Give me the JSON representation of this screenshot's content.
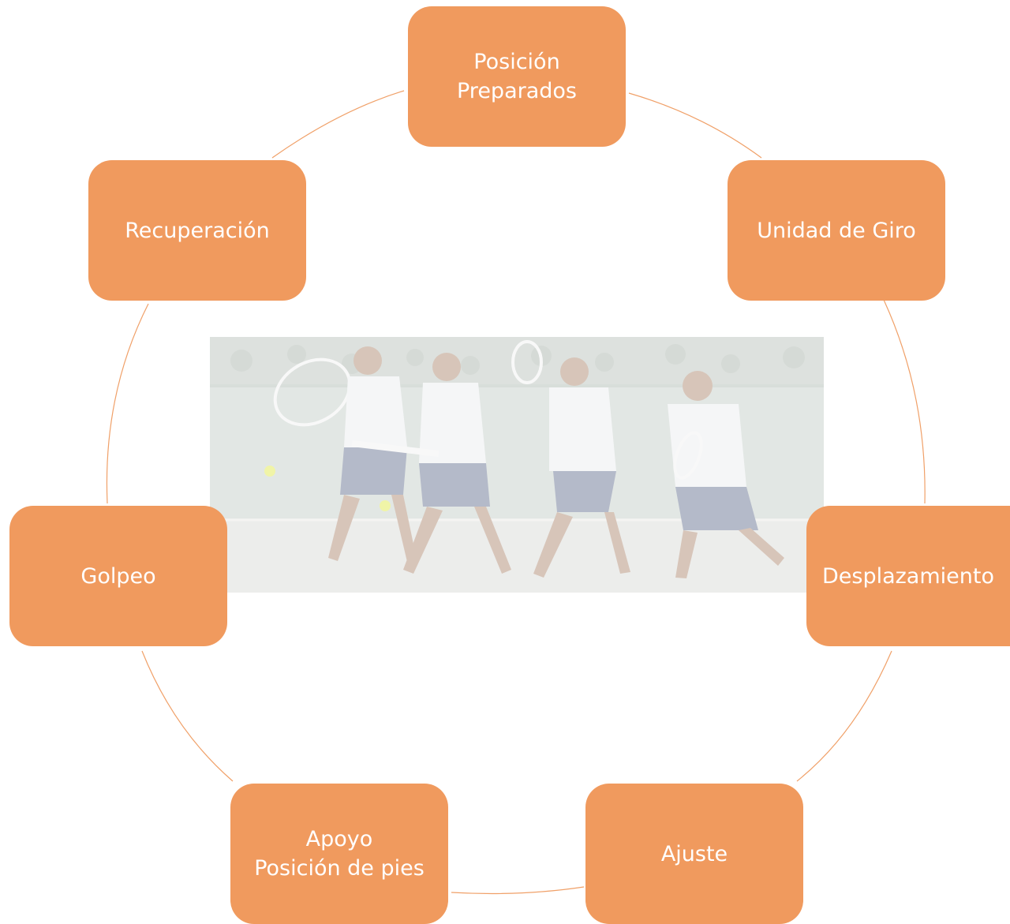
{
  "diagram": {
    "type": "cycle",
    "colors": {
      "node_fill": "#f09a5e",
      "line": "#f0a068",
      "text": "#ffffff"
    },
    "nodes": [
      {
        "id": "posicion-preparados",
        "lines": [
          "Posición",
          "Preparados"
        ]
      },
      {
        "id": "unidad-de-giro",
        "lines": [
          "Unidad de Giro"
        ]
      },
      {
        "id": "desplazamiento",
        "lines": [
          "Desplazamiento"
        ]
      },
      {
        "id": "ajuste",
        "lines": [
          "Ajuste"
        ]
      },
      {
        "id": "apoyo",
        "lines": [
          "Apoyo",
          "Posición de pies"
        ]
      },
      {
        "id": "golpeo",
        "lines": [
          "Golpeo"
        ]
      },
      {
        "id": "recuperacion",
        "lines": [
          "Recuperación"
        ]
      }
    ],
    "center_image": {
      "subject": "tennis-forehand-sequence-photo"
    }
  }
}
